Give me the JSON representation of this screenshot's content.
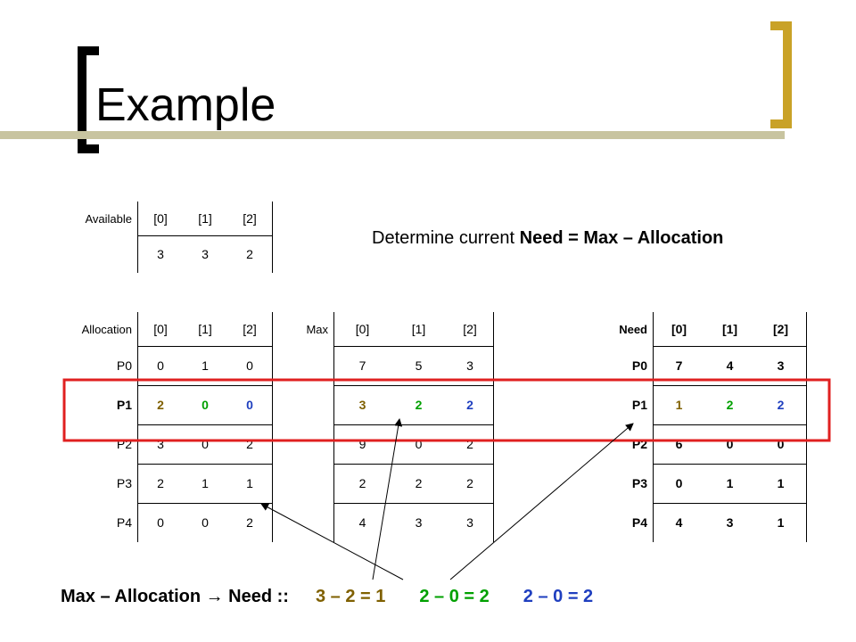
{
  "slide": {
    "title": "Example",
    "subtitle_prefix": "Determine current ",
    "subtitle_bold": "Need = Max – Allocation"
  },
  "available": {
    "label": "Available",
    "headers": [
      "[0]",
      "[1]",
      "[2]"
    ],
    "values": [
      "3",
      "3",
      "2"
    ]
  },
  "allocation": {
    "label": "Allocation",
    "headers": [
      "[0]",
      "[1]",
      "[2]"
    ],
    "rows": [
      {
        "name": "P0",
        "values": [
          "0",
          "1",
          "0"
        ]
      },
      {
        "name": "P1",
        "values": [
          "2",
          "0",
          "0"
        ]
      },
      {
        "name": "P2",
        "values": [
          "3",
          "0",
          "2"
        ]
      },
      {
        "name": "P3",
        "values": [
          "2",
          "1",
          "1"
        ]
      },
      {
        "name": "P4",
        "values": [
          "0",
          "0",
          "2"
        ]
      }
    ]
  },
  "max": {
    "label": "Max",
    "headers": [
      "[0]",
      "[1]",
      "[2]"
    ],
    "rows": [
      {
        "values": [
          "7",
          "5",
          "3"
        ]
      },
      {
        "values": [
          "3",
          "2",
          "2"
        ]
      },
      {
        "values": [
          "9",
          "0",
          "2"
        ]
      },
      {
        "values": [
          "2",
          "2",
          "2"
        ]
      },
      {
        "values": [
          "4",
          "3",
          "3"
        ]
      }
    ]
  },
  "need": {
    "label": "Need",
    "headers": [
      "[0]",
      "[1]",
      "[2]"
    ],
    "rows": [
      {
        "name": "P0",
        "values": [
          "7",
          "4",
          "3"
        ]
      },
      {
        "name": "P1",
        "values": [
          "1",
          "2",
          "2"
        ]
      },
      {
        "name": "P2",
        "values": [
          "6",
          "0",
          "0"
        ]
      },
      {
        "name": "P3",
        "values": [
          "0",
          "1",
          "1"
        ]
      },
      {
        "name": "P4",
        "values": [
          "4",
          "3",
          "1"
        ]
      }
    ]
  },
  "formula": {
    "label": "Max – Allocation → Need ::",
    "calc_0": "3 – 2 = 1",
    "calc_1": "2 – 0 = 2",
    "calc_2": "2 – 0 = 2"
  },
  "colors": {
    "highlight_box": "#e02020",
    "col0": "#7f6000",
    "col1": "#00a000",
    "col2": "#1f3fbf",
    "gold_bracket": "#c9a227"
  }
}
